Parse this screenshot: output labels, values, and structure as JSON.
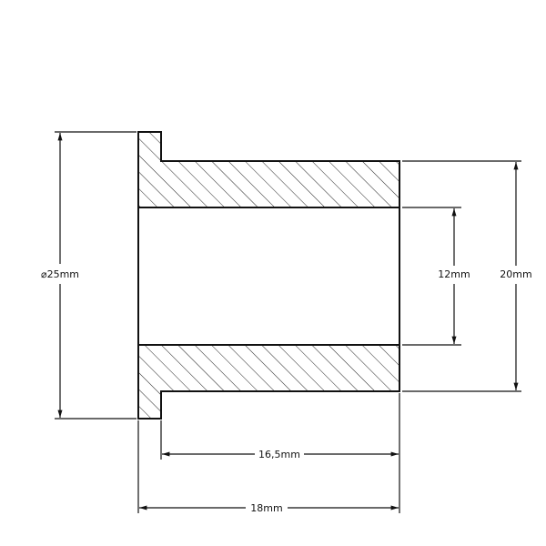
{
  "drawing": {
    "title": "Flanged bushing section",
    "dimensions": {
      "flange_diameter": "⌀25mm",
      "bore_diameter": "12mm",
      "outer_diameter": "20mm",
      "body_length": "16,5mm",
      "total_length": "18mm"
    },
    "colors": {
      "line": "#111111",
      "background": "#ffffff"
    }
  }
}
